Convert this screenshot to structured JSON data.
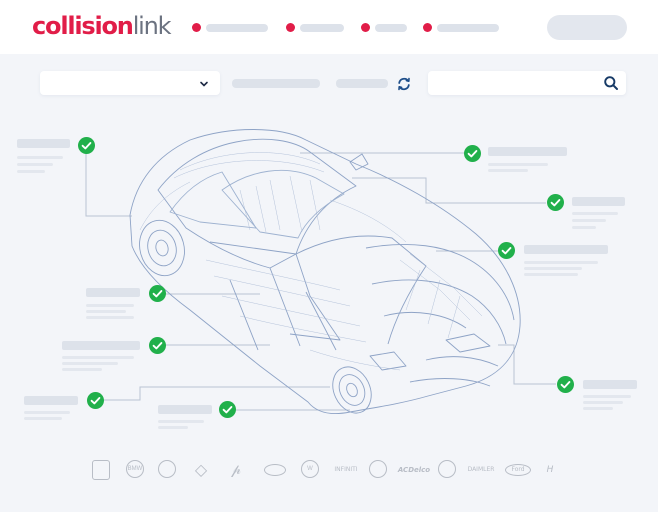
{
  "brand": {
    "name_part1": "collision",
    "name_part2": "link",
    "accent": "#e11d48"
  },
  "icons": {
    "dropdown": "chevron-down-icon",
    "refresh": "refresh-icon",
    "search": "search-icon",
    "check": "check-circle-icon"
  },
  "colors": {
    "check": "#21b04b",
    "placeholder": "#dde2ea",
    "background": "#f3f5f9"
  },
  "brands_row": {
    "items": [
      "BMW",
      "Mopar",
      "Renault",
      "Porsche",
      "Land Rover",
      "Volkswagen",
      "INFINITI",
      "Nissan",
      "ACDelco",
      "Volvo",
      "DAIMLER",
      "Ford",
      "Hyundai"
    ]
  }
}
